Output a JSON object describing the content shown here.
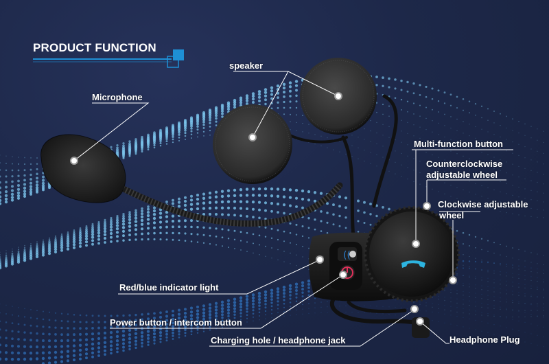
{
  "title": "PRODUCT FUNCTION",
  "colors": {
    "background": "#1b2647",
    "accent": "#1e90d6",
    "dots_light": "#7ec8f0",
    "dots_dark": "#2f6fb8",
    "button_blue": "#2b7fd0",
    "button_red": "#e0305a"
  },
  "labels": {
    "speaker": "speaker",
    "microphone": "Microphone",
    "multi_function": "Multi-function button",
    "ccw_line1": "Counterclockwise",
    "ccw_line2": "adjustable wheel",
    "cw_line1": "Clockwise adjustable",
    "cw_line2": "wheel",
    "indicator": "Red/blue indicator light",
    "power": "Power button / intercom button",
    "charging": "Charging hole / headphone jack",
    "plug": "Headphone Plug"
  }
}
